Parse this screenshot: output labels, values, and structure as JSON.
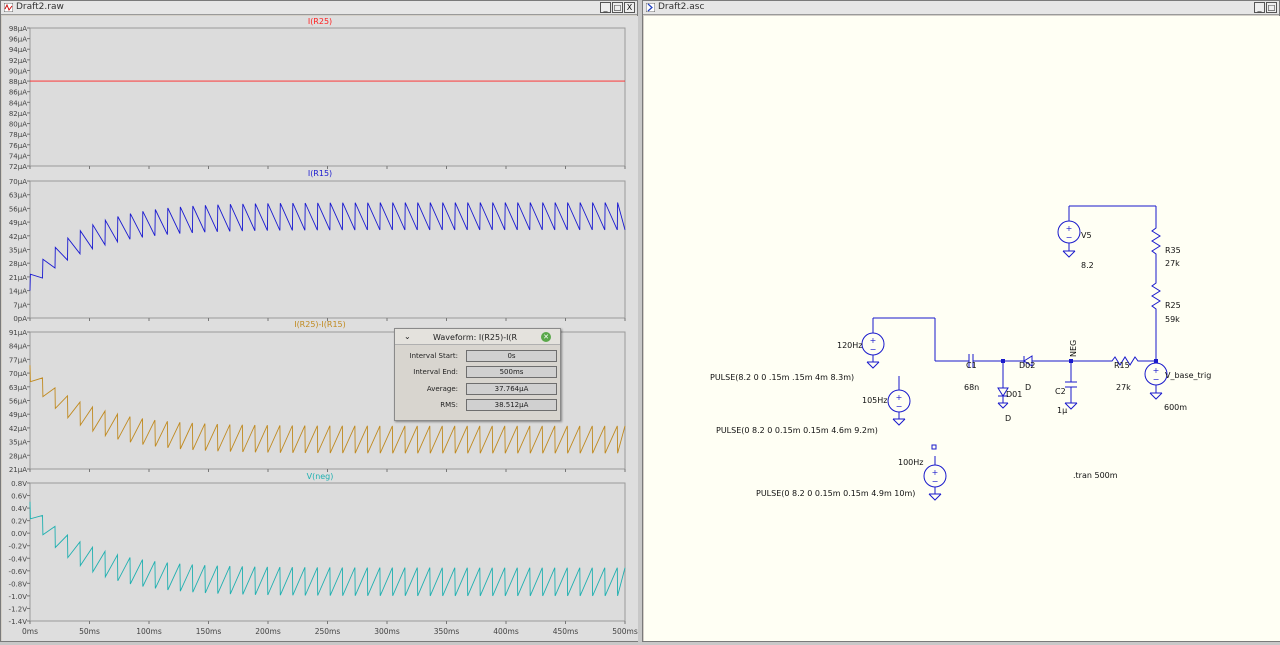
{
  "left_window": {
    "title": "Draft2.raw",
    "controls": [
      "_",
      "□",
      "X"
    ],
    "panes": [
      {
        "title": "I(R25)",
        "color": "#ff2020",
        "y_ticks": [
          "98µA",
          "96µA",
          "94µA",
          "92µA",
          "90µA",
          "88µA",
          "86µA",
          "84µA",
          "82µA",
          "80µA",
          "78µA",
          "76µA",
          "74µA",
          "72µA"
        ],
        "y_range": [
          72,
          98
        ],
        "trace_type": "flat",
        "trace": {
          "level": 88
        }
      },
      {
        "title": "I(R15)",
        "color": "#1a1ad0",
        "y_ticks": [
          "70µA",
          "63µA",
          "56µA",
          "49µA",
          "42µA",
          "35µA",
          "28µA",
          "21µA",
          "14µA",
          "7µA",
          "0pA"
        ],
        "y_range": [
          0,
          70
        ],
        "trace_type": "sawtooth",
        "trace": {
          "start": 14,
          "final_min": 45,
          "final_max": 59,
          "jump": 14,
          "tau_ms": 45
        }
      },
      {
        "title": "I(R25)-I(R15)",
        "color": "#c08a20",
        "y_ticks": [
          "91µA",
          "84µA",
          "77µA",
          "70µA",
          "63µA",
          "56µA",
          "49µA",
          "42µA",
          "35µA",
          "28µA",
          "21µA"
        ],
        "y_range": [
          21,
          91
        ],
        "trace_type": "sawtooth",
        "trace": {
          "start": 74,
          "final_min": 29,
          "final_max": 43,
          "jump": -14,
          "tau_ms": 45
        }
      },
      {
        "title": "V(neg)",
        "color": "#20b0b0",
        "y_ticks": [
          "0.8V",
          "0.6V",
          "0.4V",
          "0.2V",
          "0.0V",
          "-0.2V",
          "-0.4V",
          "-0.6V",
          "-0.8V",
          "-1.0V",
          "-1.2V",
          "-1.4V"
        ],
        "y_range": [
          -1.4,
          0.8
        ],
        "trace_type": "sawtooth",
        "trace": {
          "start": 0.5,
          "final_min": -1.0,
          "final_max": -0.55,
          "jump": -0.45,
          "tau_ms": 45
        }
      }
    ],
    "x_ticks": [
      "0ms",
      "50ms",
      "100ms",
      "150ms",
      "200ms",
      "250ms",
      "300ms",
      "350ms",
      "400ms",
      "450ms",
      "500ms"
    ],
    "x_range_ms": [
      0,
      500
    ],
    "cycle_ms": 10.5
  },
  "waveform_popup": {
    "title": "Waveform: I(R25)-I(R",
    "rows": [
      {
        "label": "Interval Start:",
        "value": "0s"
      },
      {
        "label": "Interval End:",
        "value": "500ms"
      },
      {
        "label": "Average:",
        "value": "37.764µA"
      },
      {
        "label": "RMS:",
        "value": "38.512µA"
      }
    ]
  },
  "right_window": {
    "title": "Draft2.asc",
    "controls": [
      "_",
      "□"
    ],
    "schematic": {
      "v5_name": "V5",
      "v5_value": "8.2",
      "r35_name": "R35",
      "r35_value": "27k",
      "r25_name": "R25",
      "r25_value": "59k",
      "src120_label": "120Hz",
      "src120_pulse": "PULSE(8.2 0 0 .15m .15m 4m 8.3m)",
      "src105_label": "105Hz",
      "src105_pulse": "PULSE(0 8.2 0 0.15m 0.15m 4.6m 9.2m)",
      "src100_label": "100Hz",
      "src100_pulse": "PULSE(0 8.2 0 0.15m 0.15m 4.9m 10m)",
      "c1_name": "C1",
      "c1_value": "68n",
      "d02_name": "D02",
      "d02_value": "D",
      "d01_name": "D01",
      "d01_value": "D",
      "neg_label": "NEG",
      "c2_name": "C2",
      "c2_value": "1µ",
      "r15_name": "R15",
      "r15_value": "27k",
      "vbase_label": "V_base_trig",
      "vbase_value": "600m",
      "tran": ".tran 500m"
    }
  }
}
